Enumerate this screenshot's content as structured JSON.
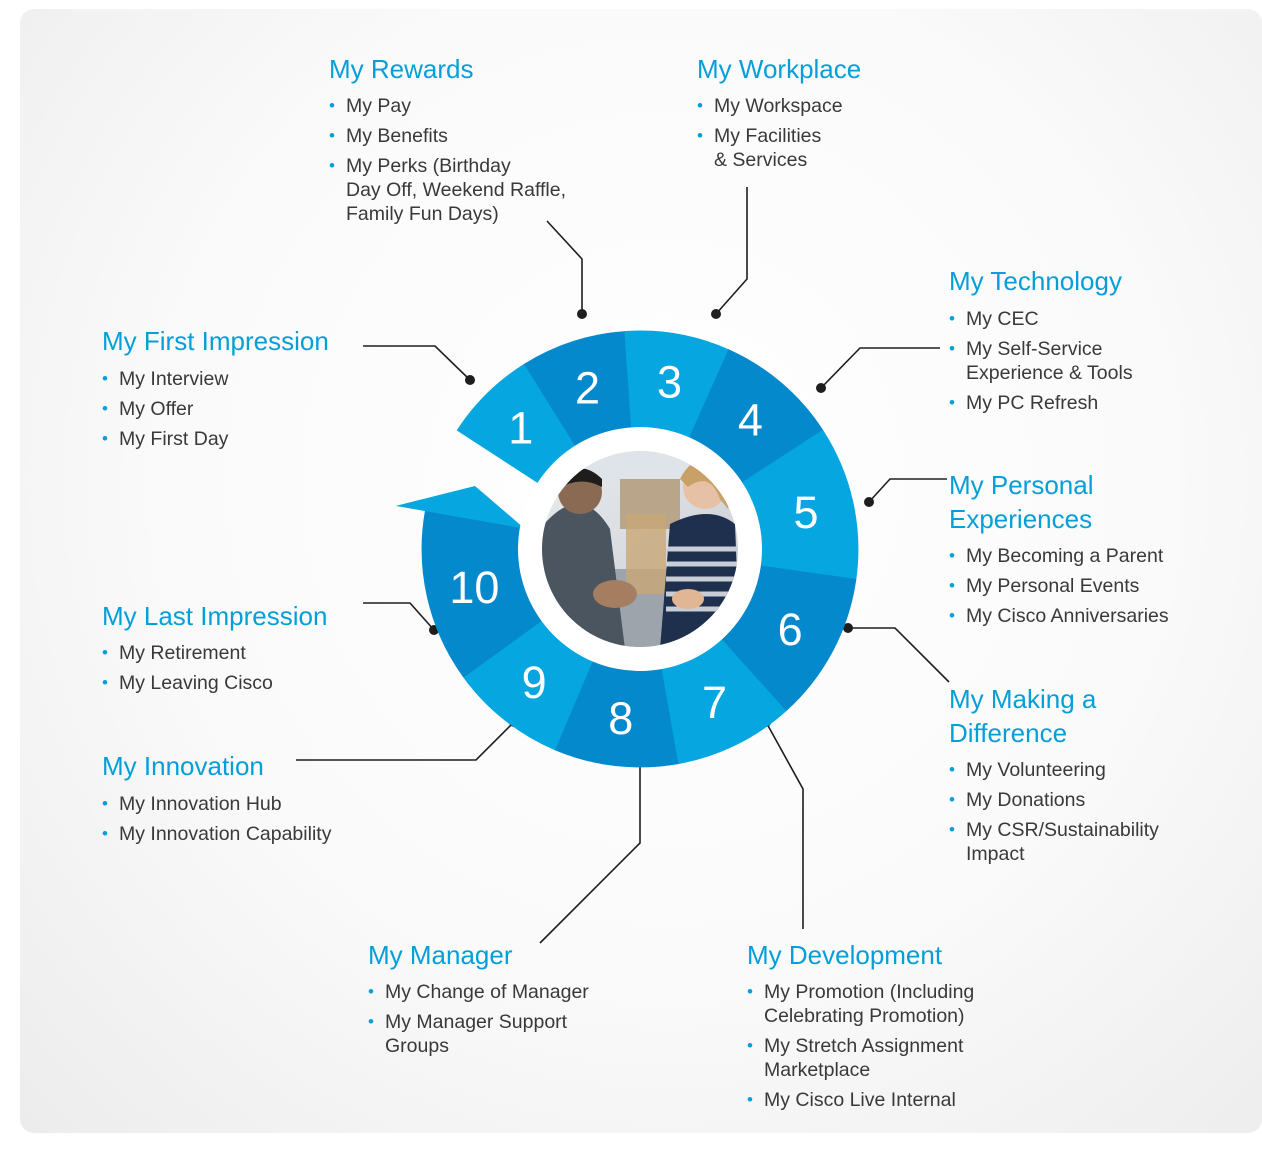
{
  "segments": [
    {
      "num": "1",
      "color": "#06a6e0"
    },
    {
      "num": "2",
      "color": "#0589cd"
    },
    {
      "num": "3",
      "color": "#06a6e0"
    },
    {
      "num": "4",
      "color": "#0589cd"
    },
    {
      "num": "5",
      "color": "#06a6e0"
    },
    {
      "num": "6",
      "color": "#0589cd"
    },
    {
      "num": "7",
      "color": "#06a6e0"
    },
    {
      "num": "8",
      "color": "#0589cd"
    },
    {
      "num": "9",
      "color": "#06a6e0"
    },
    {
      "num": "10",
      "color": "#0589cd"
    }
  ],
  "colors": {
    "title": "#049fd9",
    "text": "#39393b",
    "light_blue": "#06a6e0",
    "dark_blue": "#0589cd",
    "connector": "#1e1e1e"
  },
  "center_photo": {
    "icon": "office-meeting-photo"
  },
  "sections": {
    "rewards": {
      "title": "My Rewards",
      "items": [
        "My Pay",
        "My Benefits",
        "My Perks (Birthday\nDay Off, Weekend Raffle,\nFamily Fun Days)"
      ]
    },
    "workplace": {
      "title": "My Workplace",
      "items": [
        "My Workspace",
        "My Facilities\n& Services"
      ]
    },
    "technology": {
      "title": "My Technology",
      "items": [
        "My CEC",
        "My Self-Service\nExperience & Tools",
        "My PC Refresh"
      ]
    },
    "first_impression": {
      "title": "My First Impression",
      "items": [
        "My Interview",
        "My Offer",
        "My First Day"
      ]
    },
    "personal": {
      "title": "My Personal\nExperiences",
      "items": [
        "My Becoming a Parent",
        "My Personal Events",
        "My Cisco Anniversaries"
      ]
    },
    "last_impression": {
      "title": "My Last Impression",
      "items": [
        "My Retirement",
        "My Leaving Cisco"
      ]
    },
    "making_difference": {
      "title": "My Making a\nDifference",
      "items": [
        "My Volunteering",
        "My Donations",
        "My CSR/Sustainability\nImpact"
      ]
    },
    "innovation": {
      "title": "My Innovation",
      "items": [
        "My Innovation Hub",
        "My Innovation Capability"
      ]
    },
    "manager": {
      "title": "My Manager",
      "items": [
        "My Change of Manager",
        "My Manager Support\nGroups"
      ]
    },
    "development": {
      "title": "My Development",
      "items": [
        "My Promotion (Including\nCelebrating Promotion)",
        "My Stretch Assignment\nMarketplace",
        "My Cisco Live Internal"
      ]
    }
  }
}
